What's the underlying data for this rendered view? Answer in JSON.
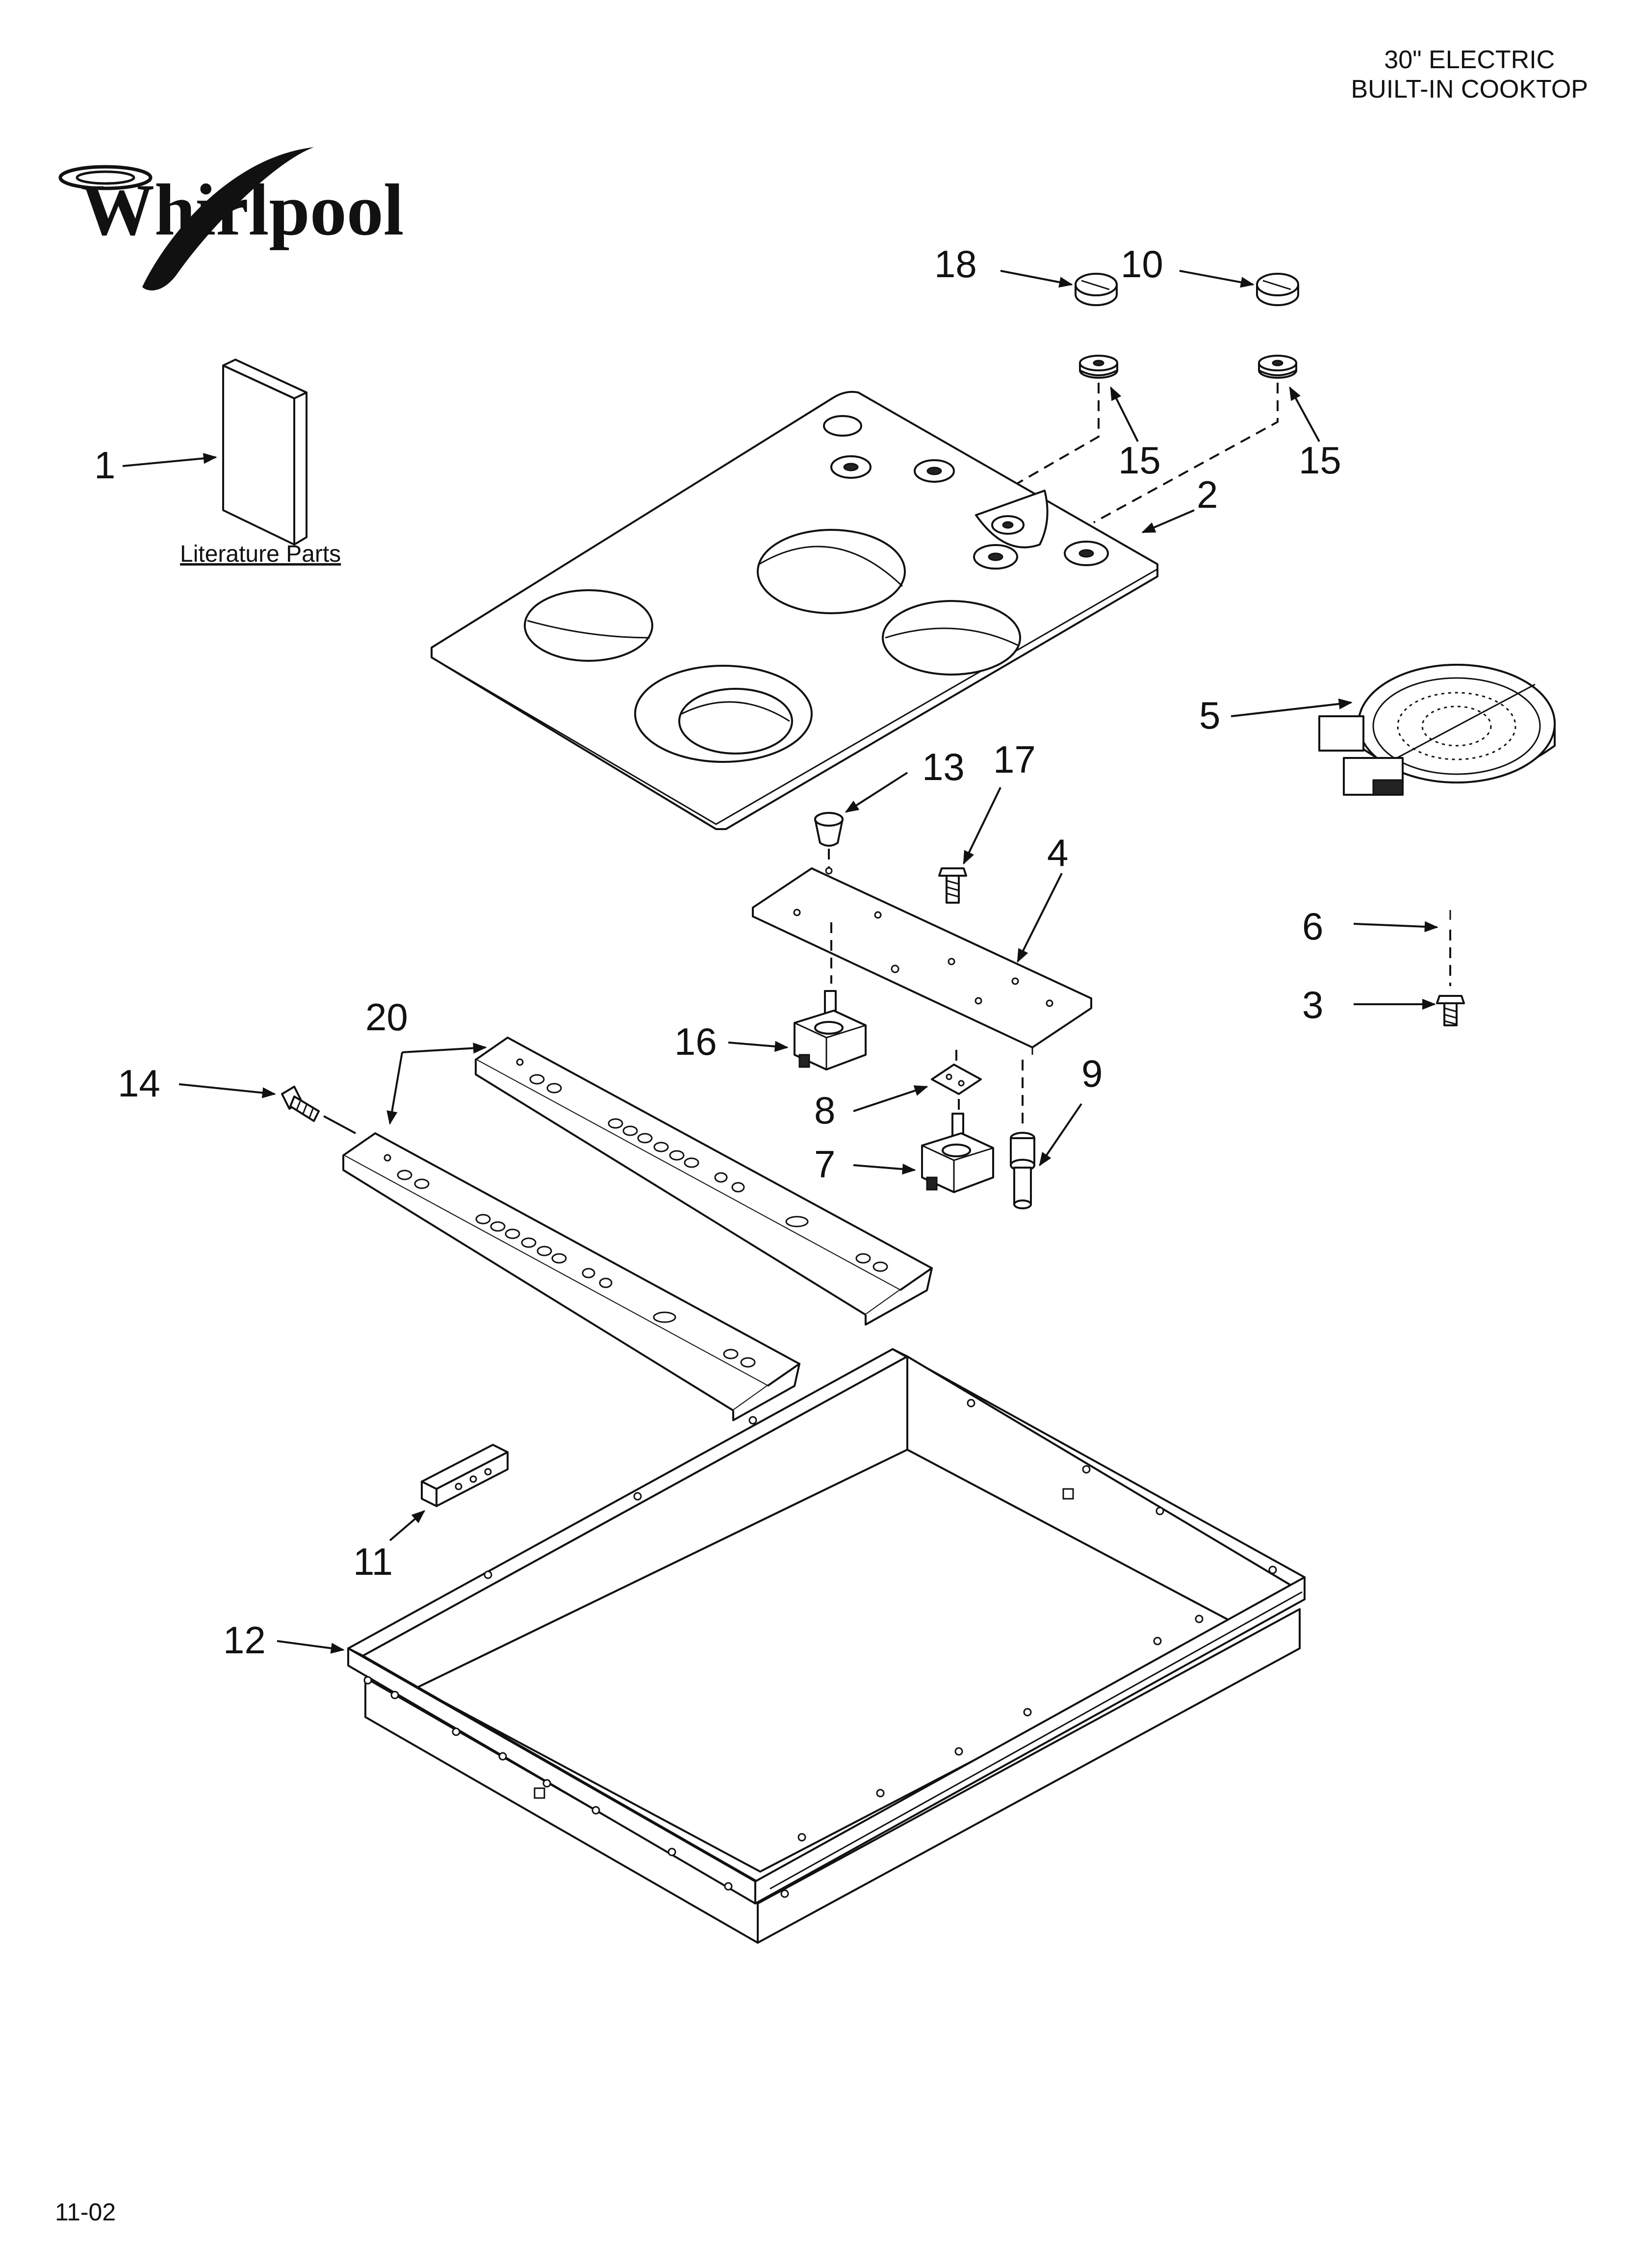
{
  "header": {
    "line1": "30\" ELECTRIC",
    "line2": "BUILT-IN COOKTOP"
  },
  "logo": {
    "text": "Whirlpool"
  },
  "literature_label": "Literature Parts",
  "footer": {
    "date_code": "11-02"
  },
  "callouts": {
    "c1": "1",
    "c2": "2",
    "c3": "3",
    "c4": "4",
    "c5": "5",
    "c6": "6",
    "c7": "7",
    "c8": "8",
    "c9": "9",
    "c10": "10",
    "c11": "11",
    "c12": "12",
    "c13": "13",
    "c14": "14",
    "c15a": "15",
    "c15b": "15",
    "c16": "16",
    "c17": "17",
    "c18": "18",
    "c20": "20"
  }
}
